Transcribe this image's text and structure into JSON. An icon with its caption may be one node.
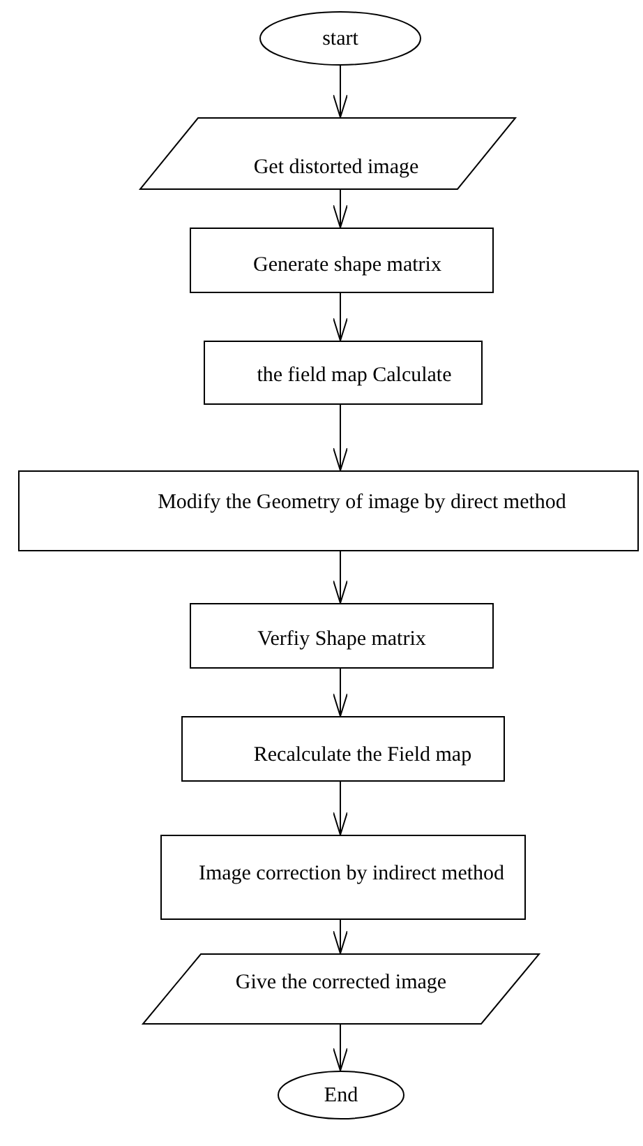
{
  "diagram": {
    "nodes": [
      {
        "text": [
          "start"
        ]
      },
      {
        "text": [
          "Get distorted image"
        ]
      },
      {
        "text": [
          "Generate shape matrix"
        ]
      },
      {
        "text": [
          "the field map Calculate"
        ]
      },
      {
        "text": [
          "Modify the Geometry of image by direct method"
        ]
      },
      {
        "text": [
          "Verfiy Shape matrix"
        ]
      },
      {
        "text": [
          "Recalculate the Field map"
        ]
      },
      {
        "text": [
          "Image correction by indirect method"
        ]
      },
      {
        "text": [
          "Give the corrected image"
        ]
      },
      {
        "text": [
          "End"
        ]
      }
    ],
    "edges": [
      {
        "from": 0,
        "to": 1,
        "arrow": "to"
      },
      {
        "from": 1,
        "to": 2,
        "arrow": "to"
      },
      {
        "from": 2,
        "to": 3,
        "arrow": "to"
      },
      {
        "from": 3,
        "to": 4,
        "arrow": "to"
      },
      {
        "from": 4,
        "to": 5,
        "arrow": "to"
      },
      {
        "from": 5,
        "to": 6,
        "arrow": "to"
      },
      {
        "from": 6,
        "to": 7,
        "arrow": "to"
      },
      {
        "from": 7,
        "to": 8,
        "arrow": "to"
      },
      {
        "from": 8,
        "to": 9,
        "arrow": "to"
      }
    ]
  }
}
